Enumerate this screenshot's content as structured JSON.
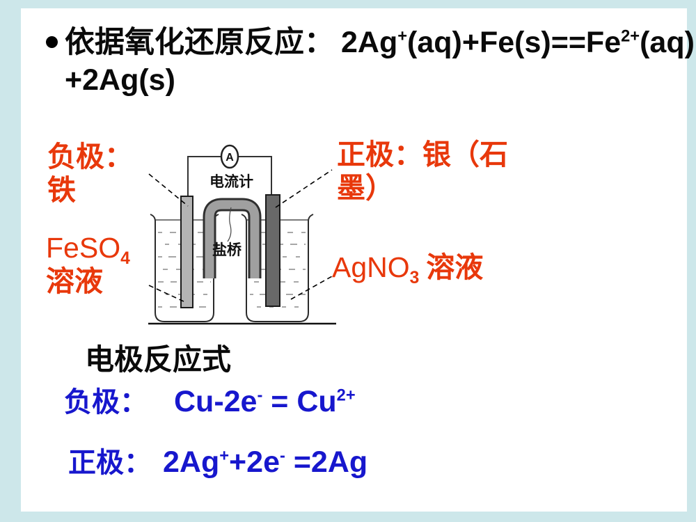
{
  "slide": {
    "frame_color": "#cde7ea",
    "accent_red": "#e8380b",
    "accent_blue": "#1717cd",
    "title": {
      "zh": "依据氧化还原反应：",
      "eq1": [
        "2Ag",
        "+",
        "(aq)+Fe(s)==Fe",
        "2+",
        "(aq)"
      ],
      "line2": "+2Ag(s)"
    },
    "diagram": {
      "ammeter_symbol": "A",
      "ammeter_label": "电流计",
      "salt_bridge_label": "盐桥"
    },
    "labels": {
      "negative_electrode_line1": "负极：",
      "negative_electrode_line2": "铁",
      "positive_electrode_line1": "正极：银（石",
      "positive_electrode_line2": "墨）",
      "left_solution_formula": "FeSO",
      "left_solution_sub": "4",
      "left_solution_line2": "溶液",
      "right_solution_formula": "AgNO",
      "right_solution_sub": "3",
      "right_solution_suffix": "溶液"
    },
    "reactions": {
      "heading": "电极反应式",
      "negative_label": "负极：",
      "negative_eq": [
        "Cu-2e",
        "-",
        " = Cu",
        "2+"
      ],
      "positive_label": "正极：",
      "positive_eq": [
        "2Ag",
        "+",
        "+2e",
        "-",
        " =2Ag"
      ]
    }
  }
}
